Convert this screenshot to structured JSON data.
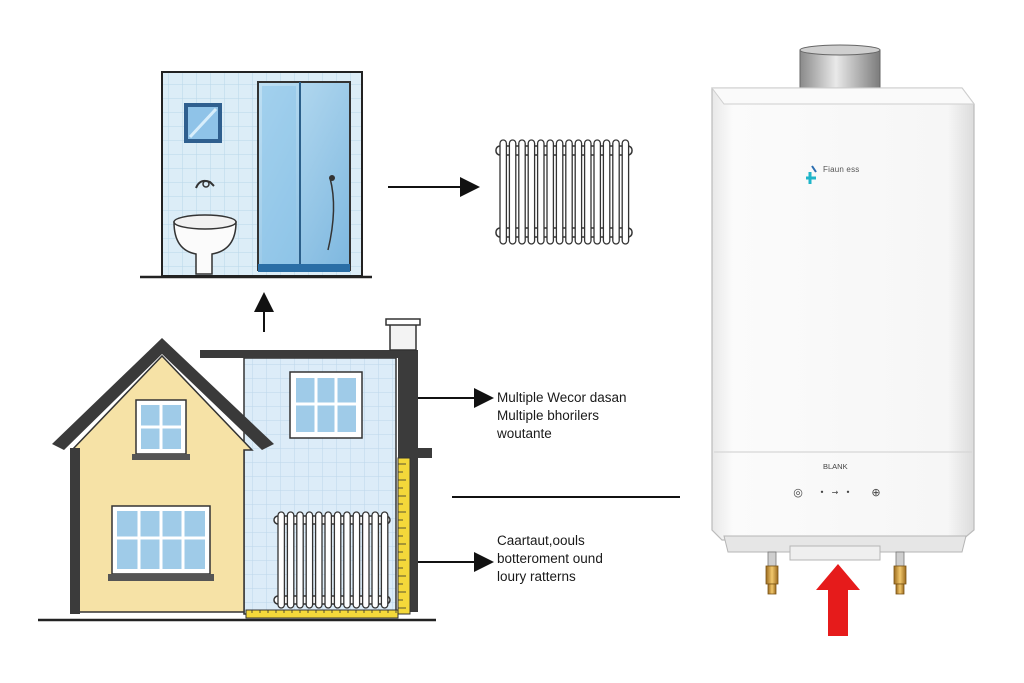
{
  "labels": {
    "upper_lines": [
      "Multiple Weсor dasan",
      "Multiple bhorilers",
      "woutante"
    ],
    "lower_lines": [
      "Caartaut,oouls",
      "botteroment ound",
      "loury ratterns"
    ]
  },
  "heater": {
    "brand_text": "Fiaun ess",
    "model_text": "BLANK",
    "control_glyphs": [
      "◎",
      "•",
      "→",
      "•",
      "⊕"
    ]
  },
  "colors": {
    "wall_tile": "#d8ecf6",
    "house_yellow": "#f6e2a6",
    "house_blue": "#dcecf8",
    "window_blue": "#9fcbe8",
    "roof_dark": "#3a3a3a",
    "arrow_red": "#e61b1b",
    "heater_white": "#f4f4f4",
    "pipe_brass": "#d4a24a"
  }
}
